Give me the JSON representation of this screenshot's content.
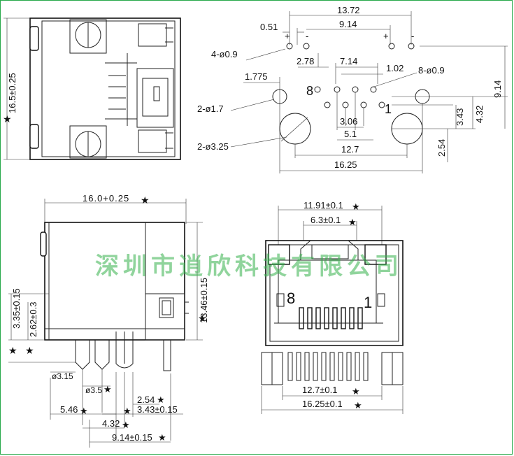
{
  "top_view": {
    "height_label": "16.5±0.25"
  },
  "footprint": {
    "labels": {
      "overall_top": "13.72",
      "pitch_small": "0.51",
      "pitch_914": "9.14",
      "plus_left": "+",
      "minus_left": "-",
      "plus_right": "+",
      "minus_right": "-",
      "holes_4": "4-ø0.9",
      "d278": "2.78",
      "d714": "7.14",
      "d102": "1.02",
      "holes_8": "8-ø0.9",
      "d1775": "1.775",
      "holes_2_17": "2-ø1.7",
      "pin8": "8",
      "pin1": "1",
      "d306": "3.06",
      "d51": "5.1",
      "holes_2_325": "2-ø3.25",
      "d127": "12.7",
      "d1625": "16.25",
      "v254": "2.54",
      "v343": "3.43",
      "v432": "4.32",
      "v914": "9.14"
    }
  },
  "side_view": {
    "labels": {
      "width": "16.0+0.25",
      "height": "13.46±0.15",
      "h335": "3.35±0.15",
      "h262": "2.62±0.3",
      "d315": "ø3.15",
      "d35": "ø3.5",
      "d254": "2.54",
      "d546": "5.46",
      "d343": "3.43±0.15",
      "d432": "4.32",
      "d914": "9.14±0.15"
    }
  },
  "front_view": {
    "labels": {
      "w1191": "11.91±0.1",
      "w63": "6.3±0.1",
      "pin8": "8",
      "pin1": "1",
      "w127": "12.7±0.1",
      "w1625": "16.25±0.1"
    }
  },
  "watermark": "深圳市逍欣科技有限公司",
  "colors": {
    "border": "#27a84a",
    "watermark": "#37b24d",
    "line": "#111111"
  }
}
